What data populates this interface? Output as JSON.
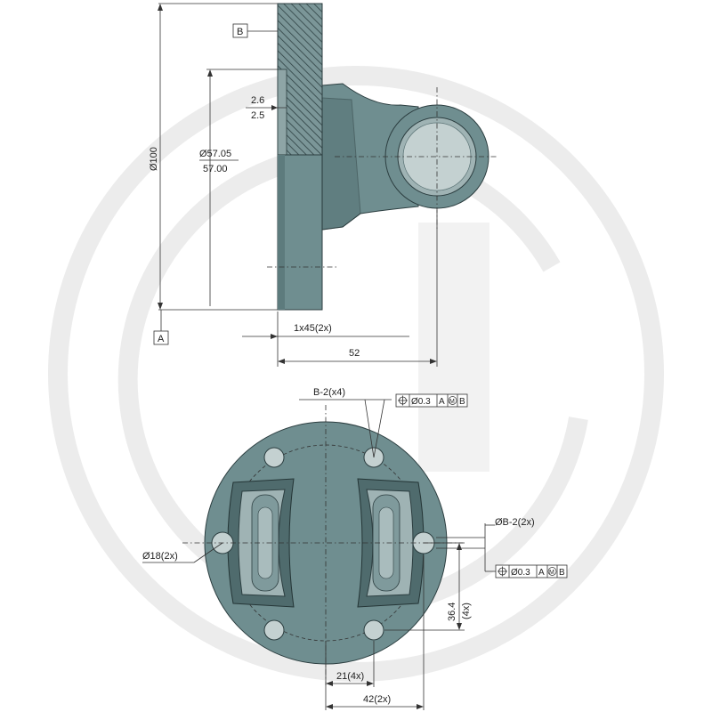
{
  "colors": {
    "part_fill": "#6f8e90",
    "part_light": "#9fb3b4",
    "part_dark": "#4f6b6d",
    "watermark": "#ececec"
  },
  "labels": {
    "datum_b": "B",
    "datum_a": "A",
    "dia100": "Ø100",
    "dim_2_6": "2.6",
    "dim_2_5": "2.5",
    "dia_57_05": "Ø57.05",
    "dim_57_00": "57.00",
    "chamfer": "1x45(2x)",
    "dim_52": "52",
    "b2x4": "B-2(x4)",
    "tol_top_value": "Ø0.3",
    "tol_top_a": "A",
    "tol_top_m": "M",
    "tol_top_b": "B",
    "dia18": "Ø18(2x)",
    "dia_b2": "ØB-2(2x)",
    "tol_right_value": "Ø0.3",
    "tol_right_a": "A",
    "tol_right_m": "M",
    "tol_right_b": "B",
    "dim_36_4": "36.4",
    "dim_4x": "(4x)",
    "dim_21": "21(4x)",
    "dim_42": "42(2x)"
  }
}
